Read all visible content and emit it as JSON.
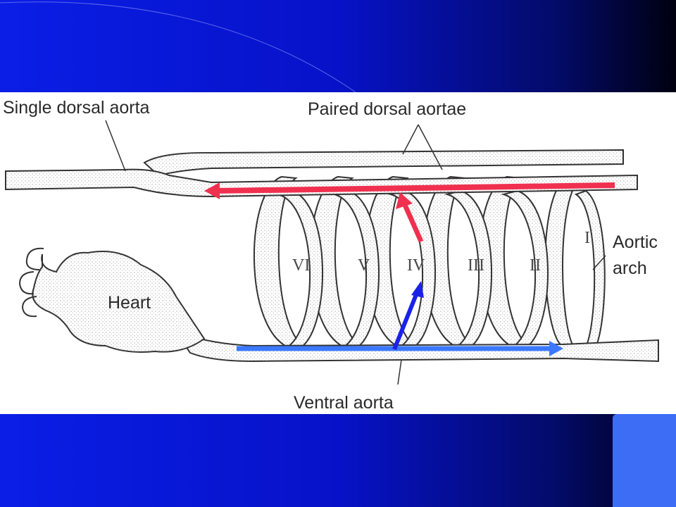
{
  "labels": {
    "single_dorsal_aorta": "Single dorsal aorta",
    "paired_dorsal_aortae": "Paired dorsal aortae",
    "heart": "Heart",
    "aortic_arch_line1": "Aortic",
    "aortic_arch_line2": "arch",
    "ventral_aorta": "Ventral aorta"
  },
  "arches": [
    "VI",
    "V",
    "IV",
    "III",
    "II",
    "I"
  ],
  "colors": {
    "slide_blue": "#0a1ee6",
    "accent_blue": "#3d6cf5",
    "arrow_red": "#f0304f",
    "arrow_blue": "#3b78ff",
    "arrow_dark_blue": "#1a22e8"
  }
}
